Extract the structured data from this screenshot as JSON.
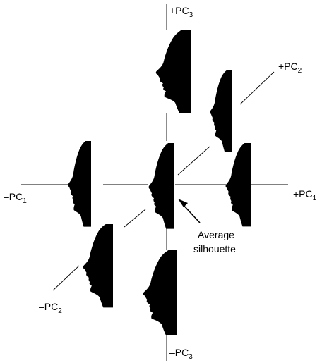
{
  "labels": {
    "pc3_pos": "+PC",
    "pc3_pos_sub": "3",
    "pc3_neg": "–PC",
    "pc3_neg_sub": "3",
    "pc2_pos": "+PC",
    "pc2_pos_sub": "2",
    "pc2_neg": "–PC",
    "pc2_neg_sub": "2",
    "pc1_pos": "+PC",
    "pc1_pos_sub": "1",
    "pc1_neg": "–PC",
    "pc1_neg_sub": "1",
    "average_line1": "Average",
    "average_line2": "silhouette"
  },
  "colors": {
    "ink": "#000000",
    "background": "#ffffff"
  }
}
